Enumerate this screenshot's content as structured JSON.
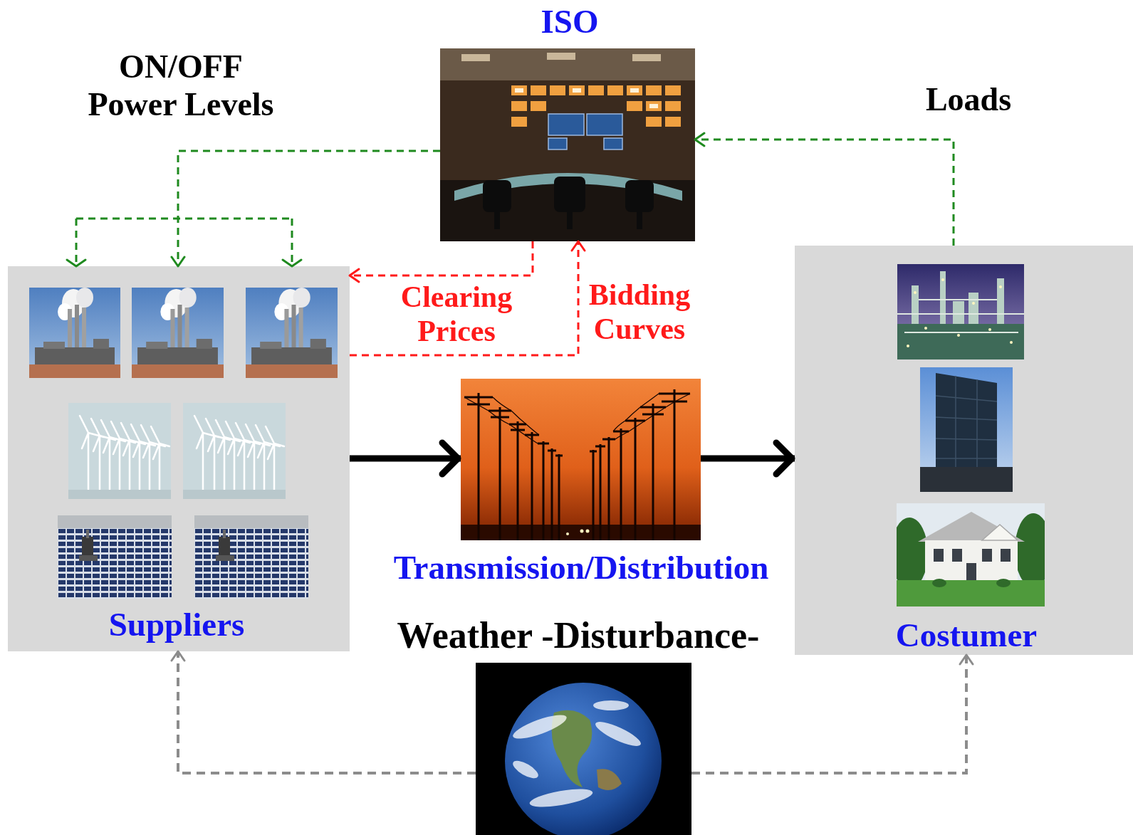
{
  "diagram": {
    "nodes": [
      {
        "text": [
          "ISO"
        ]
      },
      {
        "text": [
          "Suppliers"
        ]
      },
      {
        "text": [
          "Transmission/Distribution"
        ]
      },
      {
        "text": [
          "Costumer"
        ]
      },
      {
        "text": [
          "Weather -Disturbance-"
        ]
      }
    ],
    "edges": [
      {
        "from": 0,
        "to": 1,
        "arrow": "to",
        "label": "ON/OFF Power Levels"
      },
      {
        "from": 3,
        "to": 0,
        "arrow": "to",
        "label": "Loads"
      },
      {
        "from": 0,
        "to": 1,
        "arrow": "to",
        "label": "Clearing Prices"
      },
      {
        "from": 1,
        "to": 0,
        "arrow": "to",
        "label": "Bidding Curves"
      },
      {
        "from": 1,
        "to": 2,
        "arrow": "to"
      },
      {
        "from": 2,
        "to": 3,
        "arrow": "to"
      },
      {
        "from": 4,
        "to": 1,
        "arrow": "to"
      },
      {
        "from": 4,
        "to": 3,
        "arrow": "to"
      }
    ]
  }
}
